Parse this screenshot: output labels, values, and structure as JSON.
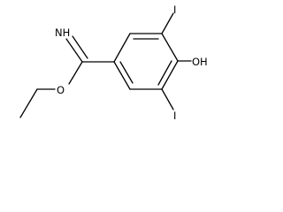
{
  "molecule": {
    "atoms": {
      "imine": "NH",
      "ester_oxygen": "O",
      "hydroxyl": "OH",
      "iodine_top": "I",
      "iodine_bottom": "I"
    }
  },
  "colors": {
    "bond": "#000000",
    "label": "#000000",
    "background": "#ffffff"
  }
}
